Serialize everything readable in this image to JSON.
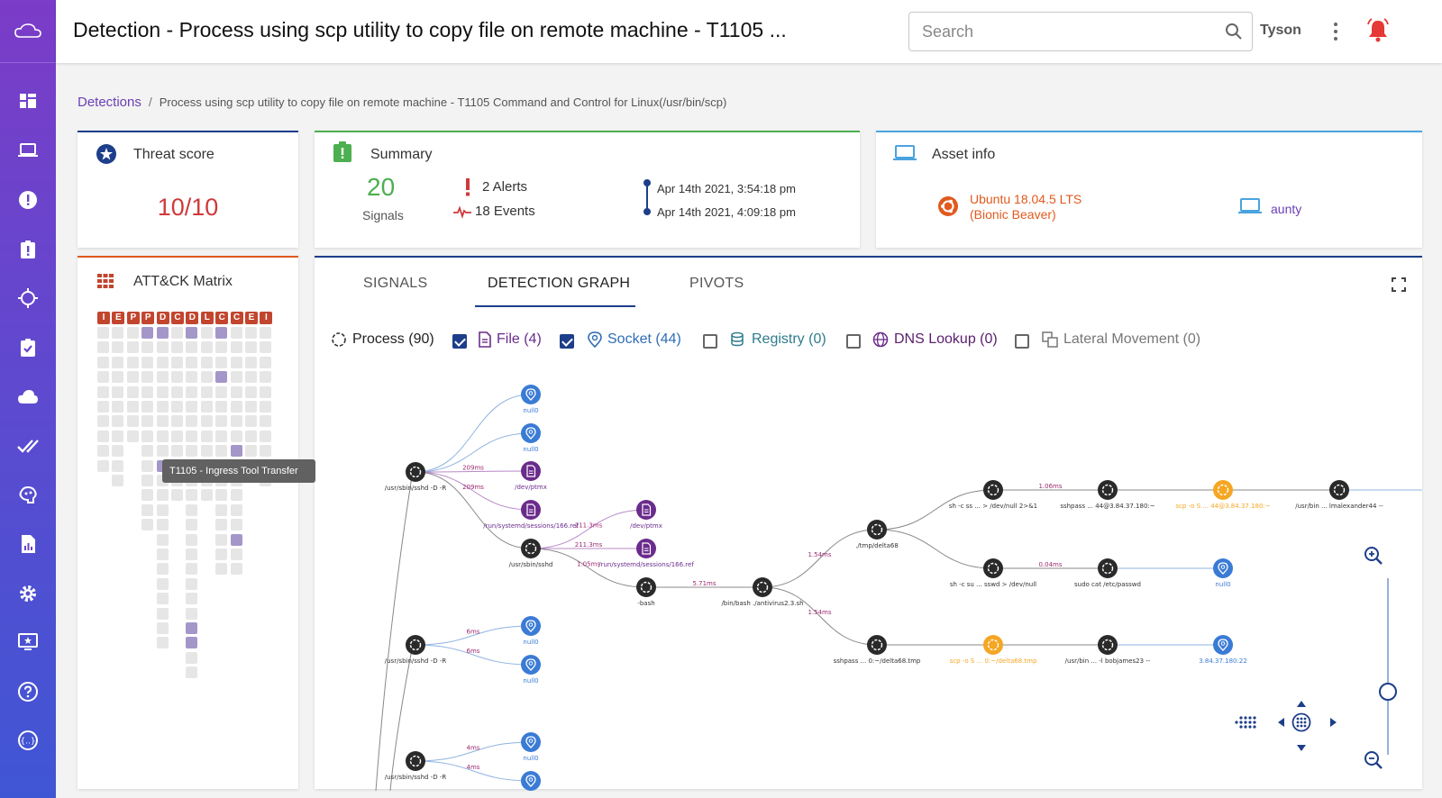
{
  "page": {
    "title": "Detection - Process using scp utility to copy file on remote machine - T1105 ..."
  },
  "search": {
    "placeholder": "Search",
    "value": ""
  },
  "user": {
    "name": "Tyson"
  },
  "breadcrumb": {
    "root": "Detections",
    "separator": "/",
    "current": "Process using scp utility to copy file on remote machine - T1105 Command and Control for Linux(/usr/bin/scp)"
  },
  "threat": {
    "title": "Threat score",
    "value": "10/10"
  },
  "summary": {
    "title": "Summary",
    "signals_count": "20",
    "signals_label": "Signals",
    "alerts": "2 Alerts",
    "events": "18 Events",
    "start_time": "Apr 14th 2021, 3:54:18 pm",
    "end_time": "Apr 14th 2021, 4:09:18 pm"
  },
  "asset": {
    "title": "Asset info",
    "os_line1": "Ubuntu 18.04.5 LTS",
    "os_line2": "(Bionic Beaver)",
    "host": "aunty"
  },
  "attack": {
    "title": "ATT&CK Matrix",
    "tactic_letters": [
      "I",
      "E",
      "P",
      "P",
      "D",
      "C",
      "D",
      "L",
      "C",
      "C",
      "E",
      "I"
    ],
    "tooltip": "T1105 - Ingress Tool Transfer"
  },
  "tabs": [
    {
      "label": "SIGNALS",
      "active": false
    },
    {
      "label": "DETECTION GRAPH",
      "active": true
    },
    {
      "label": "PIVOTS",
      "active": false
    }
  ],
  "filters": {
    "process": "Process (90)",
    "file": "File (4)",
    "file_checked": true,
    "socket": "Socket (44)",
    "socket_checked": true,
    "registry": "Registry (0)",
    "registry_checked": false,
    "dns": "DNS Lookup (0)",
    "dns_checked": false,
    "lateral": "Lateral Movement (0)",
    "lateral_checked": false
  },
  "graph": {
    "nodes": {
      "sshd1": "/usr/sbin/sshd -D -R",
      "null0_a": "null0",
      "null0_b": "null0",
      "devptmx1": "/dev/ptmx",
      "sessions1": "/run/systemd/sessions/166.ref",
      "sshd2": "/usr/sbin/sshd",
      "devptmx2": "/dev/ptmx",
      "sessions2": "/run/systemd/sessions/166.ref",
      "bash": "-bash",
      "antivirus": "/bin/bash ./antivirus2.3.sh",
      "delta68": "./tmp/delta68",
      "shc1": "sh -c ss ... > /dev/null 2>&1",
      "sshpass1": "sshpass ... 44@3.84.37.180:~",
      "scp1": "scp -o S ... 44@3.84.37.180:~",
      "usrbin1": "/usr/bin ... lmalexander44 --",
      "shc2": "sh -c su ... sswd > /dev/null",
      "sudocat": "sudo cat /etc/passwd",
      "null0_c": "null0",
      "sshpass2": "sshpass ... 0:~/delta68.tmp",
      "scp2": "scp -o S ... 0:~/delta68.tmp",
      "usrbin2": "/usr/bin ... -l bobjames23 --",
      "ip1": "3.84.37.180:22",
      "sshd3": "/usr/sbin/sshd -D -R",
      "null0_d": "null0",
      "null0_e": "null0",
      "sshd4": "/usr/sbin/sshd -D -R",
      "null0_f": "null0"
    },
    "edges": {
      "e209a": "209ms",
      "e209b": "209ms",
      "e211a": "211.3ms",
      "e211b": "211.3ms",
      "e105": "1.05ms",
      "e571": "5.71ms",
      "e154a": "1.54ms",
      "e154b": "1.54ms",
      "e106": "1.06ms",
      "e004": "0.04ms",
      "e6a": "6ms",
      "e6b": "6ms",
      "e4a": "4ms",
      "e4b": "4ms"
    }
  },
  "colors": {
    "accent": "#1d3e8a",
    "purple": "#6a3fb5",
    "threat_red": "#d0393a",
    "summary_green": "#4caf50",
    "orange": "#e05a1e",
    "asset_blue": "#4aa3df",
    "node_dark": "#2a2a2a",
    "node_blue": "#3a7bd5",
    "node_purple": "#6a2c8c",
    "node_orange": "#f5a623"
  }
}
